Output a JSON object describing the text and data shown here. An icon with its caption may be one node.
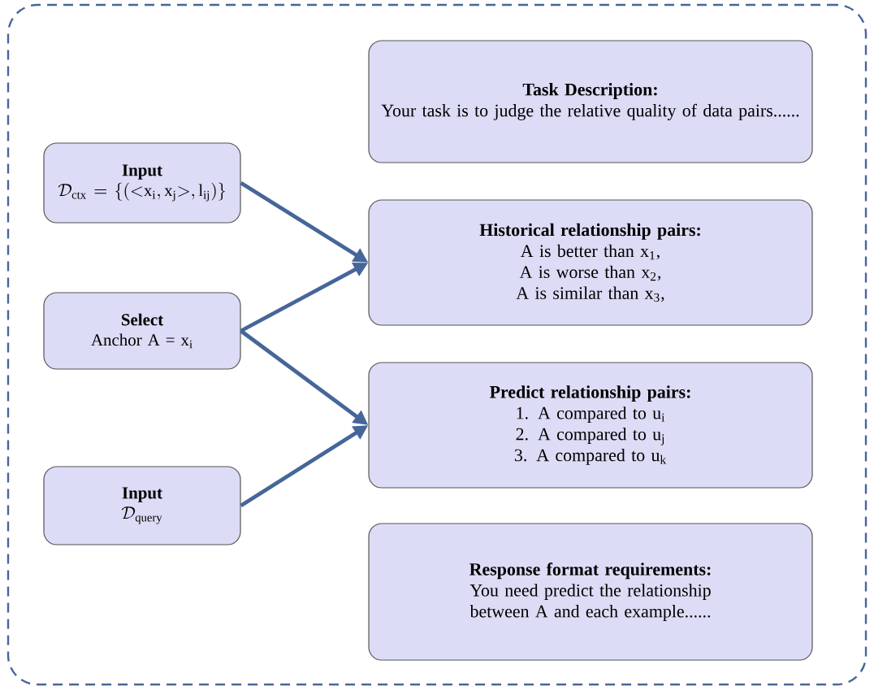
{
  "diagram": {
    "nodes": [
      {
        "text": [],
        "shape": "box"
      },
      {
        "text": [
          "Task Description:",
          "Your task is to judge the relative quality of data pairs......"
        ],
        "in": 0
      },
      {
        "text": [
          "Input",
          "\\mathcal{D}_{\\mathrm{ctx}} =\\{({<}\\mathrm{x_i},\\mathrm{x_j}{>},\\mathrm{l_{ij}})\\}"
        ],
        "in": 0
      },
      {
        "text": [
          "Historical relationship pairs:",
          "A is better than x$_{1}$,",
          "A is worse than x$_{2}$,",
          "A is similar than x$_{3}$,"
        ],
        "in": 0
      },
      {
        "text": [
          "Select",
          "Anchor A = x$_{i}$"
        ],
        "in": 0
      },
      {
        "text": [
          "Predict relationship pairs:",
          "1. A compared to u$_{i}$",
          "2. A compared to u$_{j}$",
          "3. A compared to u$_{k}$"
        ],
        "in": 0
      },
      {
        "text": [
          "Input",
          "\\mathcal{D}_{\\mathrm{query}}"
        ],
        "in": 0
      },
      {
        "text": [
          "Response format requirements:",
          "You need predict the relationship between A and each example......"
        ],
        "in": 0
      }
    ],
    "edges": [
      {
        "from": 2,
        "to": 3,
        "arrow": "to"
      },
      {
        "from": 4,
        "to": 3,
        "arrow": "to"
      },
      {
        "from": 4,
        "to": 5,
        "arrow": "to"
      },
      {
        "from": 6,
        "to": 5,
        "arrow": "to"
      }
    ]
  }
}
